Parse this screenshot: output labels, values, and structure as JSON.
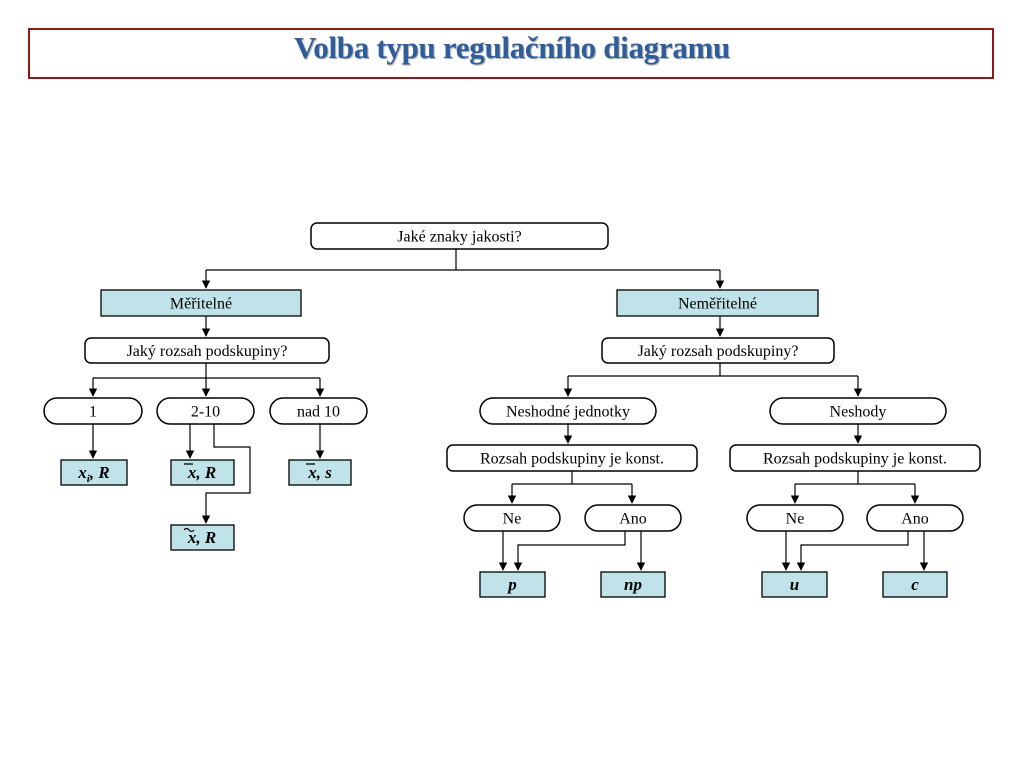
{
  "title": "Volba typu regulačního diagramu",
  "nodes": {
    "root": "Jaké znaky jakosti?",
    "meritelne": "Měřitelné",
    "nemeritelne": "Neměřitelné",
    "rozsah_left": "Jaký rozsah podskupiny?",
    "rozsah_right": "Jaký rozsah podskupiny?",
    "opt_1": "1",
    "opt_2_10": "2-10",
    "opt_nad_10": "nad 10",
    "neshodne_jednotky": "Neshodné jednotky",
    "neshody": "Neshody",
    "konst_left": "Rozsah podskupiny je konst.",
    "konst_right": "Rozsah podskupiny je konst.",
    "ne_left": "Ne",
    "ano_left": "Ano",
    "ne_right": "Ne",
    "ano_right": "Ano"
  },
  "results": {
    "xi_r": {
      "x": "x",
      "sub": "i",
      "rest": ", R"
    },
    "xbar_r": {
      "x": "x",
      "rest": ", R"
    },
    "xtilde_r": {
      "x": "x",
      "rest": ", R"
    },
    "xbar_s": {
      "x": "x",
      "rest": ", s"
    },
    "p": "p",
    "np": "np",
    "u": "u",
    "c": "c"
  }
}
